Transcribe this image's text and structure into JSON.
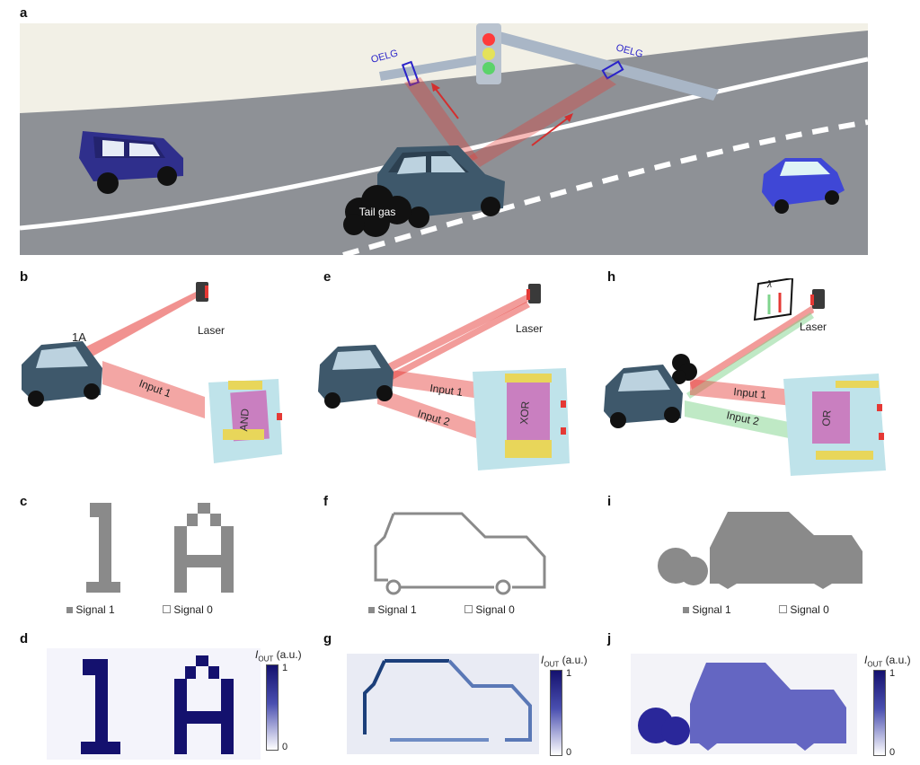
{
  "panels": {
    "a": "a",
    "b": "b",
    "c": "c",
    "d": "d",
    "e": "e",
    "f": "f",
    "g": "g",
    "h": "h",
    "i": "i",
    "j": "j"
  },
  "scene": {
    "oelg_label": "OELG",
    "tail_gas_label": "Tail gas"
  },
  "setup_b": {
    "laser_label": "Laser",
    "pattern_label": "1A",
    "input1_label": "Input 1",
    "gate_label": "AND"
  },
  "setup_e": {
    "laser_label": "Laser",
    "input1_label": "Input 1",
    "input2_label": "Input 2",
    "gate_label": "XOR"
  },
  "setup_h": {
    "laser_label": "Laser",
    "lambda_label": "λ",
    "input1_label": "Input 1",
    "input2_label": "Input 2",
    "gate_label": "OR"
  },
  "legend": {
    "signal1": "Signal 1",
    "signal0": "Signal 0"
  },
  "colorbar": {
    "title_main": "I",
    "title_sub": "OUT",
    "title_unit": " (a.u.)",
    "max": "1",
    "min": "0"
  },
  "colors": {
    "road": "#8e9196",
    "sidewalk": "#f2f0e6",
    "lane": "#ffffff",
    "car_purple": "#2f2f8c",
    "car_teal": "#3e586b",
    "car_blue": "#3f47d6",
    "laser_red": "#e53935",
    "laser_green": "#7fd48c",
    "chip": "#bfe3ea",
    "gold": "#e8d65a",
    "gate": "#c97fc0",
    "pixel_grey": "#8a8a8a",
    "map_dark": "#14116e",
    "map_mid": "#6466c2"
  }
}
